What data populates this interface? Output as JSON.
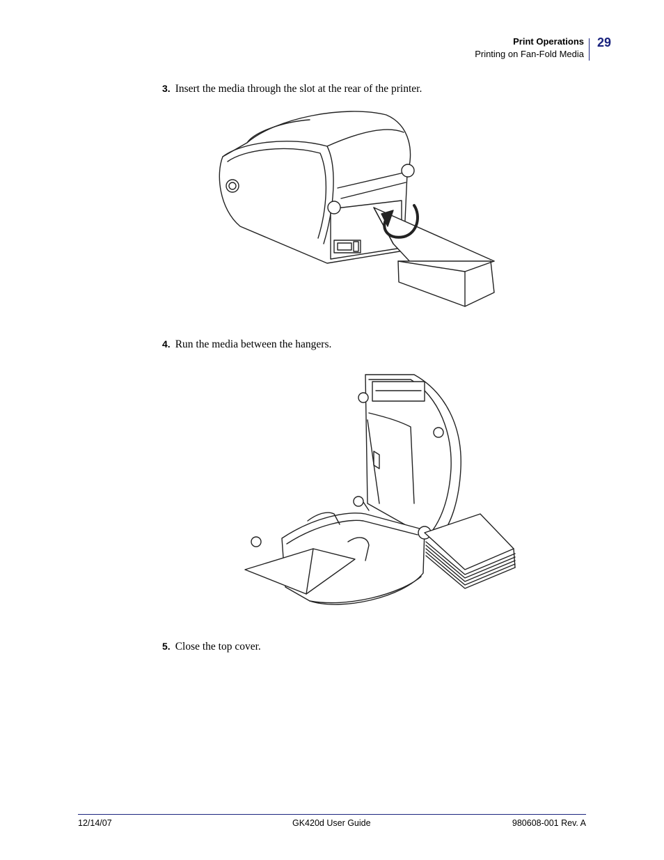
{
  "header": {
    "section": "Print Operations",
    "subsection": "Printing on Fan-Fold Media",
    "page_number": "29"
  },
  "steps": [
    {
      "number": "3.",
      "text": "Insert the media through the slot at the rear of the printer."
    },
    {
      "number": "4.",
      "text": "Run the media between the hangers."
    },
    {
      "number": "5.",
      "text": "Close the top cover."
    }
  ],
  "footer": {
    "date": "12/14/07",
    "title": "GK420d User Guide",
    "doc_id": "980608-001 Rev. A"
  }
}
